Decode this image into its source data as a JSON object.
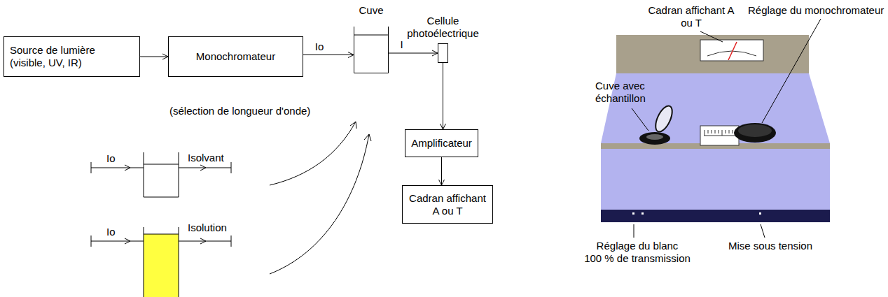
{
  "diagram": {
    "nodes": [
      {
        "text": [
          "Source de lumière (visible, UV, IR)"
        ]
      },
      {
        "text": [
          "Monochromateur"
        ]
      },
      {
        "text": [
          "Cuve"
        ]
      },
      {
        "text": [
          "Cellule photoélectrique"
        ]
      },
      {
        "text": [
          "Amplificateur"
        ]
      },
      {
        "text": [
          "Cadran affichant A ou T"
        ]
      }
    ],
    "edges": [
      {
        "from": 0,
        "to": 1,
        "arrow": "to"
      },
      {
        "from": 1,
        "to": 2,
        "label": "Io",
        "arrow": "to"
      },
      {
        "from": 2,
        "to": 3,
        "label": "I",
        "arrow": "to"
      },
      {
        "from": 3,
        "to": 4,
        "arrow": "to"
      },
      {
        "from": 4,
        "to": 5,
        "arrow": "to"
      }
    ],
    "labels": [
      "(sélection de longueur d'onde)",
      "Io",
      "Isolvant",
      "Io",
      "Isolution",
      "Cadran affichant A ou T",
      "Réglage du monochromateur",
      "Cuve avec échantillon",
      "Réglage du blanc",
      "100 % de transmission",
      "Mise sous tension"
    ]
  }
}
